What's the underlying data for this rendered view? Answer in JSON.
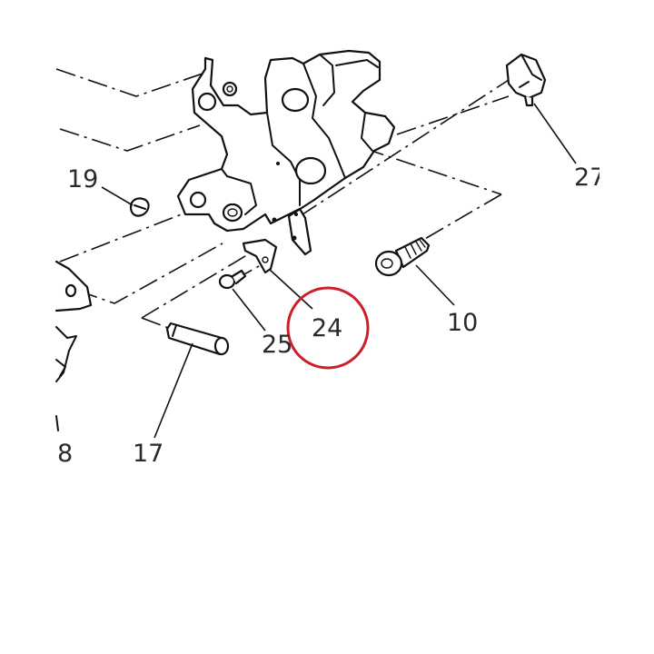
{
  "diagram": {
    "callouts": [
      {
        "id": "19",
        "label": "19"
      },
      {
        "id": "27",
        "label": "27"
      },
      {
        "id": "10",
        "label": "10"
      },
      {
        "id": "24",
        "label": "24"
      },
      {
        "id": "25",
        "label": "25"
      },
      {
        "id": "8",
        "label": "8"
      },
      {
        "id": "17",
        "label": "17"
      }
    ],
    "highlighted_callout": "24",
    "colors": {
      "linework": "#111111",
      "highlight": "#cc1f2d",
      "callout_text": "#2a2a2a",
      "background": "#ffffff"
    }
  }
}
